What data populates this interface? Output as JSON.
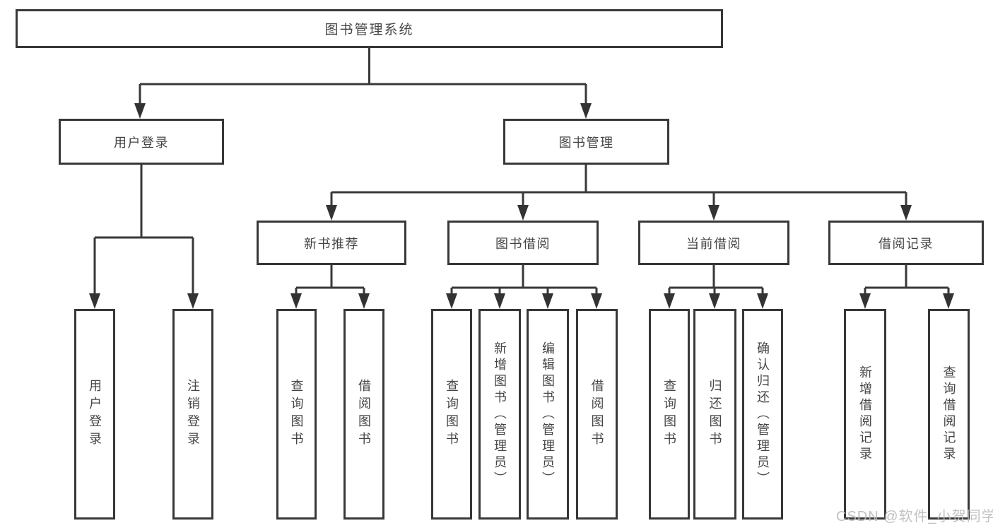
{
  "watermark": {
    "text": "CSDN @软件_小贺同学"
  },
  "colors": {
    "line": "#383838",
    "box_border": "#383838",
    "text": "#454545",
    "background": "#ffffff",
    "watermark": "#bababa"
  },
  "tree": {
    "label": "图书管理系统",
    "children": [
      {
        "label": "用户登录",
        "children": [
          {
            "label": "用户登录"
          },
          {
            "label": "注销登录"
          }
        ]
      },
      {
        "label": "图书管理",
        "children": [
          {
            "label": "新书推荐",
            "children": [
              {
                "label": "查询图书"
              },
              {
                "label": "借阅图书"
              }
            ]
          },
          {
            "label": "图书借阅",
            "children": [
              {
                "label": "查询图书"
              },
              {
                "label": "新增图书（管理员）"
              },
              {
                "label": "编辑图书（管理员）"
              },
              {
                "label": "借阅图书"
              }
            ]
          },
          {
            "label": "当前借阅",
            "children": [
              {
                "label": "查询图书"
              },
              {
                "label": "归还图书"
              },
              {
                "label": "确认归还（管理员）"
              }
            ]
          },
          {
            "label": "借阅记录",
            "children": [
              {
                "label": "新增借阅记录"
              },
              {
                "label": "查询借阅记录"
              }
            ]
          }
        ]
      }
    ]
  }
}
